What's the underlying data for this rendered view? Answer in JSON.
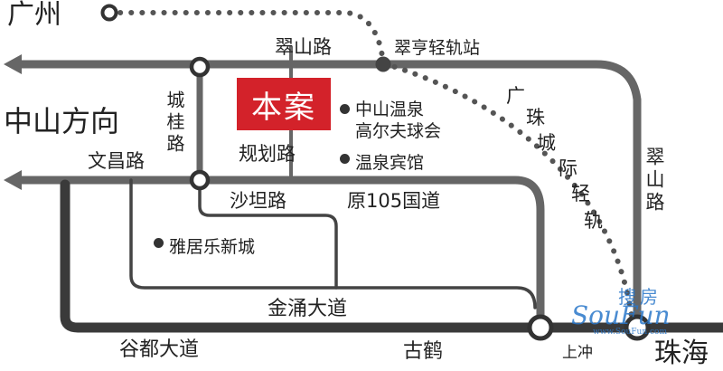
{
  "map": {
    "cities": {
      "guangzhou": "广州",
      "zhuhai": "珠海"
    },
    "directions": {
      "zhongshan": "中山方向"
    },
    "project": {
      "label": "本案"
    },
    "roads": {
      "cuishan_top": "翠山路",
      "cuishan_right": "翠山路",
      "chenggui": "城桂路",
      "guihua": "规划路",
      "wenchang": "文昌路",
      "shatan": "沙坦路",
      "yuan105": "原105国道",
      "jinyong": "金涌大道",
      "gudu": "谷都大道",
      "railway": "广珠城际轻轨"
    },
    "places": {
      "guhe": "古鹤",
      "shangchong": "上冲"
    },
    "stations": {
      "cuiheng": "翠亨轻轨站"
    },
    "pois": {
      "hotspring_golf_line1": "中山温泉",
      "hotspring_golf_line2": "高尔夫球会",
      "hotspring_hotel": "温泉宾馆",
      "yajule": "雅居乐新城"
    },
    "watermark": {
      "cn": "搜房",
      "en": "SouFun",
      "url": "www.SouFun.com"
    },
    "colors": {
      "road": "#666666",
      "road_dark": "#3a3a3a",
      "railway": "#555555",
      "project_bg": "#d3222a",
      "watermark": "#2a77c9"
    }
  }
}
